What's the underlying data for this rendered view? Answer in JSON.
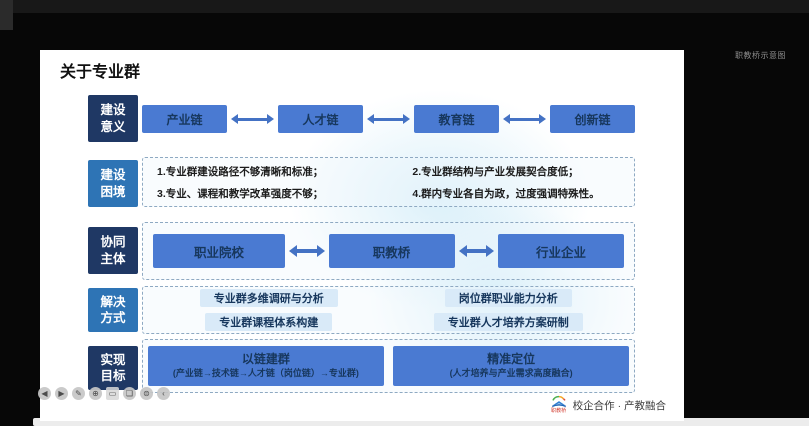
{
  "window": {
    "watermark": "职教桥示意图"
  },
  "slide": {
    "title": "关于专业群",
    "row_labels": [
      "建设\n意义",
      "建设\n困境",
      "协同\n主体",
      "解决\n方式",
      "实现\n目标"
    ],
    "chain": {
      "items": [
        "产业链",
        "人才链",
        "教育链",
        "创新链"
      ]
    },
    "dilemma": {
      "items": [
        "1.专业群建设路径不够清晰和标准；",
        "2.专业群结构与产业发展契合度低；",
        "3.专业、课程和教学改革强度不够；",
        "4.群内专业各自为政，过度强调特殊性。"
      ]
    },
    "collaboration": {
      "items": [
        "职业院校",
        "职教桥",
        "行业企业"
      ]
    },
    "solution": {
      "items": [
        "专业群多维调研与分析",
        "岗位群职业能力分析",
        "专业群课程体系构建",
        "专业群人才培养方案研制"
      ]
    },
    "goal": {
      "items": [
        {
          "title": "以链建群",
          "subtitle": "(产业链→技术链→人才链（岗位链）→专业群)"
        },
        {
          "title": "精准定位",
          "subtitle": "(人才培养与产业需求高度融合)"
        }
      ]
    },
    "footer": {
      "brand_text": "校企合作 · 产教融合",
      "logo_caption": "职教桥"
    }
  },
  "toolbar": {
    "buttons": [
      {
        "name": "previous",
        "glyph": "◀"
      },
      {
        "name": "next",
        "glyph": "▶"
      },
      {
        "name": "pen",
        "glyph": "✎"
      },
      {
        "name": "laser-pointer",
        "glyph": "⊕"
      },
      {
        "name": "eraser",
        "glyph": "▭"
      },
      {
        "name": "comment",
        "glyph": "❏"
      },
      {
        "name": "more-tools",
        "glyph": "⊜"
      },
      {
        "name": "collapse",
        "glyph": "‹"
      }
    ]
  },
  "colors": {
    "page_bg": "#070707",
    "slide_bg": "#ffffff",
    "label_navy": "#1f3864",
    "label_blue": "#2e74b5",
    "chain_box_blue": "#4a7ad2",
    "arrow_blue": "#4472c4",
    "pill_light_blue": "#d9eaf8",
    "dashed_border": "#8ea9c2",
    "box_text_navy": "#17375d"
  }
}
